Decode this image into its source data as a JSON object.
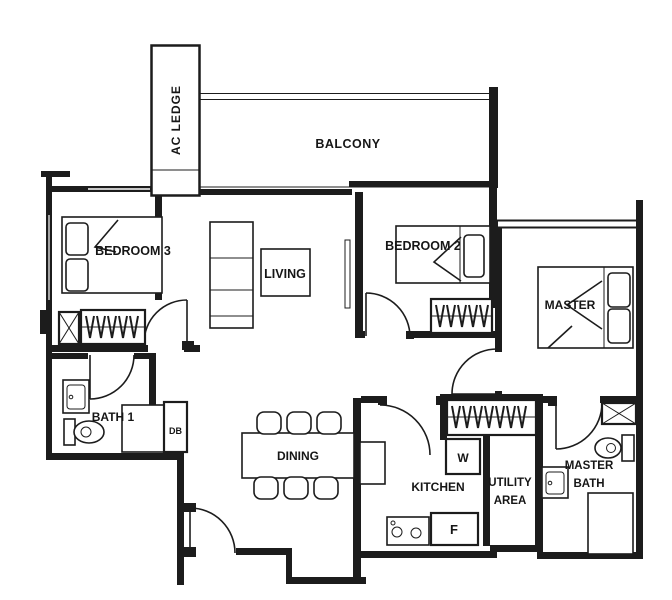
{
  "floorplan": {
    "rooms": {
      "ac_ledge": "AC LEDGE",
      "balcony": "BALCONY",
      "bedroom3": "BEDROOM 3",
      "living": "LIVING",
      "bedroom2": "BEDROOM 2",
      "master": "MASTER",
      "bath1": "BATH 1",
      "dining": "DINING",
      "kitchen": "KITCHEN",
      "utility_line1": "UTILITY",
      "utility_line2": "AREA",
      "master_bath_line1": "MASTER",
      "master_bath_line2": "BATH"
    },
    "fixtures": {
      "washer": "W",
      "fridge": "F",
      "db": "DB"
    },
    "colors": {
      "line": "#1c1c1c",
      "background": "#ffffff"
    }
  }
}
